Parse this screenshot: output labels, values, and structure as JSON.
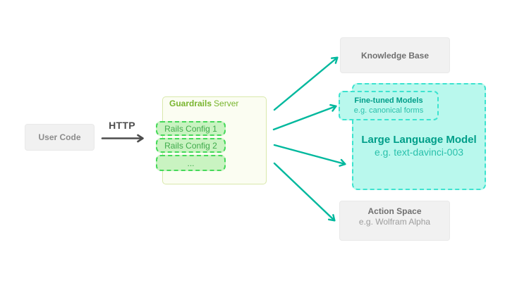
{
  "colors": {
    "canvas_bg": "#ffffff",
    "gray_fill": "#f1f1f1",
    "gray_border": "#e9e9e9",
    "gray_title": "#6f6f6f",
    "gray_sub": "#9d9d9d",
    "user_code_text": "#8c8c8c",
    "http_arrow": "#4d4d4d",
    "green_title": "#79b52e",
    "server_fill": "#fbfdf2",
    "server_border": "#d9e8ab",
    "config_fill": "#c9f3c1",
    "config_border": "#46d95a",
    "config_text": "#3fab4b",
    "teal": "#00b89d",
    "teal_fill": "#b9f8ed",
    "teal_dash": "#3ce3cf",
    "teal_title": "#009e89",
    "teal_sub": "#29c0ab"
  },
  "nodes": {
    "user_code": {
      "label": "User Code"
    },
    "http": {
      "label": "HTTP"
    },
    "guardrails_server": {
      "title_bold": "Guardrails",
      "title_regular": "Server",
      "configs": [
        "Rails Config 1",
        "Rails Config 2",
        "..."
      ]
    },
    "knowledge_base": {
      "label": "Knowledge Base"
    },
    "fine_tuned_models": {
      "title": "Fine-tuned Models",
      "subtitle": "e.g. canonical forms"
    },
    "large_language_model": {
      "title": "Large Language Model",
      "subtitle": "e.g. text-davinci-003"
    },
    "action_space": {
      "title": "Action Space",
      "subtitle": "e.g. Wolfram Alpha"
    }
  },
  "edges": {
    "user_to_server": "User Code -> Guardrails Server (HTTP)",
    "server_to": [
      "Knowledge Base",
      "Fine-tuned Models",
      "Large Language Model",
      "Action Space"
    ]
  }
}
